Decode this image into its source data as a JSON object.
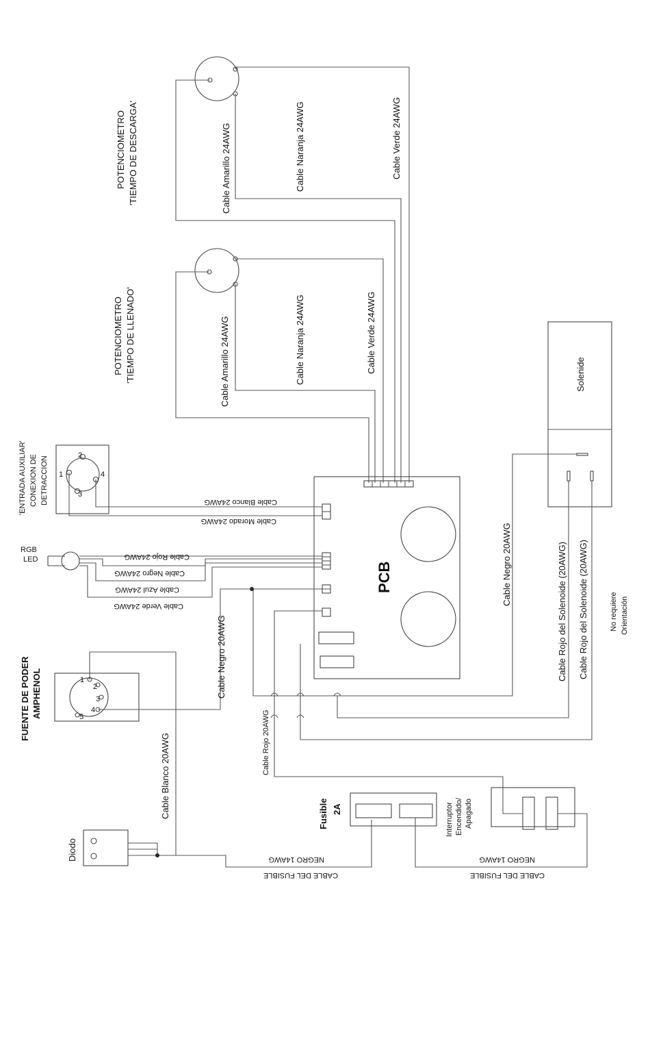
{
  "pot_descarga": {
    "title_line1": "POTENCIOMETRO",
    "title_line2": "'TIEMPO DE DESCARGA'",
    "wire_amarillo": "Cable Amarillo 24AWG",
    "wire_naranja": "Cable Naranja 24AWG",
    "wire_verde": "Cable Verde 24AWG"
  },
  "pot_llenado": {
    "title_line1": "POTENCIOMETRO",
    "title_line2": "'TIEMPO DE LLENADO'",
    "wire_amarillo": "Cable Amarillo 24AWG",
    "wire_naranja": "Cable Naranja 24AWG",
    "wire_verde": "Cable Verde 24AWG"
  },
  "aux": {
    "line1": "'ENTRADA AUXILIAR'",
    "line2": "CONEXION DE",
    "line3": "DETRACCION",
    "pin1": "1",
    "pin2": "2",
    "pin3": "3",
    "pin4": "4",
    "wire_blanco": "Cable Blanco 24AWG",
    "wire_morado": "Cable Morado 24AWG"
  },
  "rgb": {
    "line1": "RGB",
    "line2": "LED",
    "wire_rojo": "Cable Rojo 24AWG",
    "wire_negro": "Cable Negro 24AWG",
    "wire_azul": "Cable Azul 24AWG",
    "wire_verde": "Cable Verde 24AWG"
  },
  "pcb": {
    "label": "PCB"
  },
  "solenoide": {
    "label": "Solenide",
    "wire_negro": "Cable Negro 20AWG",
    "wire_rojo_1": "Cable Rojo del Solenoide (20AWG)",
    "wire_rojo_2": "Cable Rojo del Solenoide (20AWG)",
    "note_line1": "No requiere",
    "note_line2": "Orientación"
  },
  "fuente": {
    "line1": "FUENTE DE PODER",
    "line2": "AMPHENOL",
    "pin1": "1",
    "pin2": "2",
    "pin3": "3",
    "pin4": "4",
    "pin5": "5",
    "wire_negro": "Cable Negro 20AWG",
    "wire_blanco": "Cable Blanco 20AWG",
    "wire_rojo": "Cable Rojo 20AWG"
  },
  "diodo": {
    "label": "Diodo"
  },
  "fusible": {
    "line1": "Fusible",
    "line2": "2A",
    "cable_1_line1": "NEGRO 14AWG",
    "cable_1_line2": "CABLE DEL FUSIBLE"
  },
  "interruptor": {
    "line1": "Interruptor",
    "line2": "Encendido/",
    "line3": "Apagado",
    "cable_2_line1": "NEGRO 14AWG",
    "cable_2_line2": "CABLE DEL FUSIBLE"
  }
}
